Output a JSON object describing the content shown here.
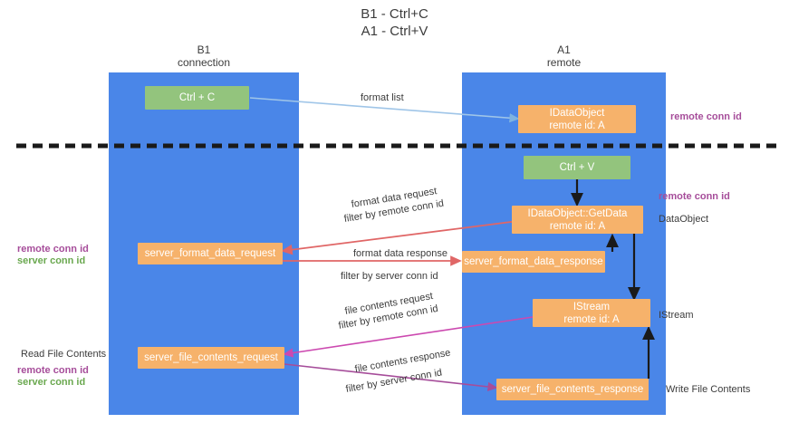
{
  "title": {
    "line1": "B1 - Ctrl+C",
    "line2": "A1 - Ctrl+V"
  },
  "columns": [
    {
      "name": "B1",
      "sub": "connection"
    },
    {
      "name": "A1",
      "sub": "remote"
    }
  ],
  "nodes": {
    "ctrl_c": "Ctrl + C",
    "ctrl_v": "Ctrl + V",
    "idataobject_line1": "IDataObject",
    "idataobject_line2": "remote id: A",
    "getdata_line1": "IDataObject::GetData",
    "getdata_line2": "remote id: A",
    "istream_line1": "IStream",
    "istream_line2": "remote id: A",
    "server_format_data_request": "server_format_data_request",
    "server_format_data_response": "server_format_data_response",
    "server_file_contents_request": "server_file_contents_request",
    "server_file_contents_response": "server_file_contents_response"
  },
  "arrow_labels": {
    "format_list": "format list",
    "format_data_request": "format data request",
    "format_data_request_filter_prefix": "filter by ",
    "format_data_request_filter_key": "remote conn id",
    "format_data_response": "format data response",
    "format_data_response_filter_prefix": "filter by ",
    "format_data_response_filter_key": "server conn id",
    "file_contents_request": "file contents request",
    "file_contents_request_filter_prefix": "filter by ",
    "file_contents_request_filter_key": "remote conn id",
    "file_contents_response": "file contents response",
    "file_contents_response_filter_prefix": "filter by ",
    "file_contents_response_filter_key": "server conn id"
  },
  "side_labels": {
    "right_remote_conn_id_top": "remote conn id",
    "right_remote_conn_id_mid": "remote conn id",
    "right_dataobject": "DataObject",
    "right_istream": "IStream",
    "right_write_file_contents": "Write File Contents",
    "left_remote_conn_id_mid": "remote conn id",
    "left_server_conn_id_mid": "server conn id",
    "left_read_file_contents": "Read File Contents",
    "left_remote_conn_id_bottom": "remote conn id",
    "left_server_conn_id_bottom": "server conn id"
  },
  "colors": {
    "lane": "#4a86e8",
    "green_node": "#93c47d",
    "orange_node": "#f6b26b",
    "purple_text": "#a64d9a",
    "magenta_text": "#cc49b0",
    "green_text": "#6aa84f",
    "arrow_blue": "#9fc5e8",
    "arrow_black": "#1a1a1a",
    "arrow_red": "#e06666",
    "arrow_magenta": "#cc49b0",
    "arrow_purple": "#a64d9a",
    "divider": "#1a1a1a"
  }
}
